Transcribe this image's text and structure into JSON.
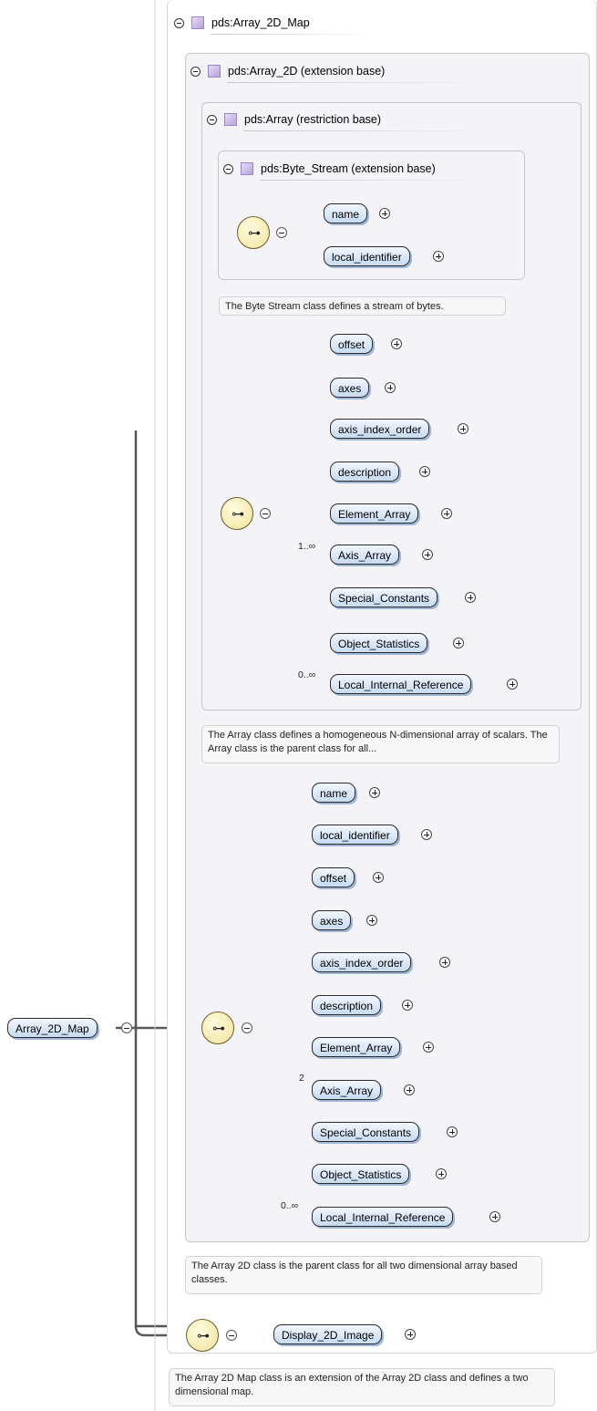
{
  "diagram": {
    "root": {
      "label": "Array_2D_Map"
    },
    "outer": {
      "title": "pds:Array_2D_Map"
    },
    "array2d": {
      "title": "pds:Array_2D (extension base)"
    },
    "array": {
      "title": "pds:Array (restriction base)"
    },
    "bytestream": {
      "title": "pds:Byte_Stream (extension base)",
      "elements": [
        "name",
        "local_identifier"
      ],
      "note": "The Byte Stream class defines a stream of bytes."
    },
    "array_seq": {
      "elements": [
        "offset",
        "axes",
        "axis_index_order",
        "description",
        "Element_Array",
        "Axis_Array",
        "Special_Constants",
        "Object_Statistics",
        "Local_Internal_Reference"
      ],
      "cardinality_axis": "1..∞",
      "cardinality_ref": "0..∞",
      "note": "The Array class defines a homogeneous N-dimensional array of scalars. The Array class is the parent class for all..."
    },
    "array2d_seq": {
      "elements": [
        "name",
        "local_identifier",
        "offset",
        "axes",
        "axis_index_order",
        "description",
        "Element_Array",
        "Axis_Array",
        "Special_Constants",
        "Object_Statistics",
        "Local_Internal_Reference"
      ],
      "cardinality_axis": "2",
      "cardinality_ref": "0..∞",
      "note": "The Array 2D class is the parent class for all two dimensional array based classes."
    },
    "map_seq": {
      "elements": [
        "Display_2D_Image"
      ]
    },
    "map_note": "The Array 2D Map class is an extension of the Array 2D class and defines a two dimensional map.",
    "colors": {
      "element_fill": "#c7dbf2",
      "sequence_fill": "#f1e39a",
      "complex_type": "#b7a3d8",
      "panel": "#f4f3f8"
    }
  }
}
